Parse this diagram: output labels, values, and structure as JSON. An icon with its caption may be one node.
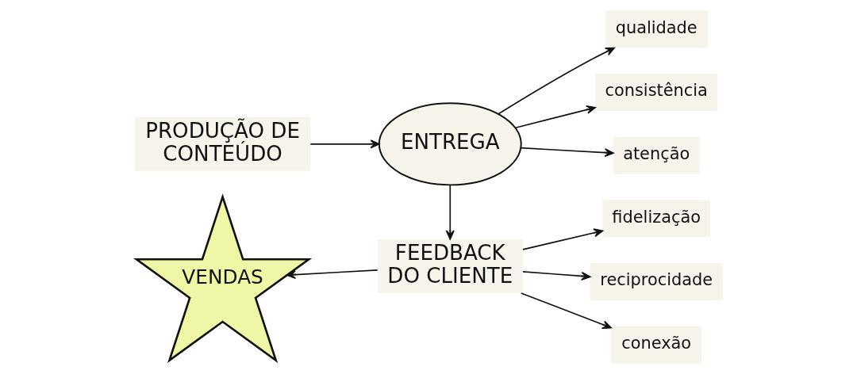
{
  "diagram": {
    "nodes": [
      {
        "text": [
          "PRODUÇÃO DE CONTEÚDO"
        ]
      },
      {
        "text": [
          "ENTREGA"
        ]
      },
      {
        "text": [
          "qualidade"
        ]
      },
      {
        "text": [
          "consistência"
        ]
      },
      {
        "text": [
          "atenção"
        ]
      },
      {
        "text": [
          "VENDAS"
        ]
      },
      {
        "text": [
          "FEEDBACK DO CLIENTE"
        ]
      },
      {
        "text": [
          "fidelização"
        ]
      },
      {
        "text": [
          "reciprocidade"
        ]
      },
      {
        "text": [
          "conexão"
        ]
      }
    ],
    "edges": [
      {
        "from": 0,
        "to": 1,
        "arrow": "to"
      },
      {
        "from": 1,
        "to": 2,
        "arrow": "to"
      },
      {
        "from": 1,
        "to": 3,
        "arrow": "to"
      },
      {
        "from": 1,
        "to": 4,
        "arrow": "to"
      },
      {
        "from": 1,
        "to": 6,
        "arrow": "to"
      },
      {
        "from": 6,
        "to": 7,
        "arrow": "to"
      },
      {
        "from": 6,
        "to": 8,
        "arrow": "to"
      },
      {
        "from": 6,
        "to": 9,
        "arrow": "to"
      },
      {
        "from": 6,
        "to": 5,
        "arrow": "to"
      }
    ]
  }
}
